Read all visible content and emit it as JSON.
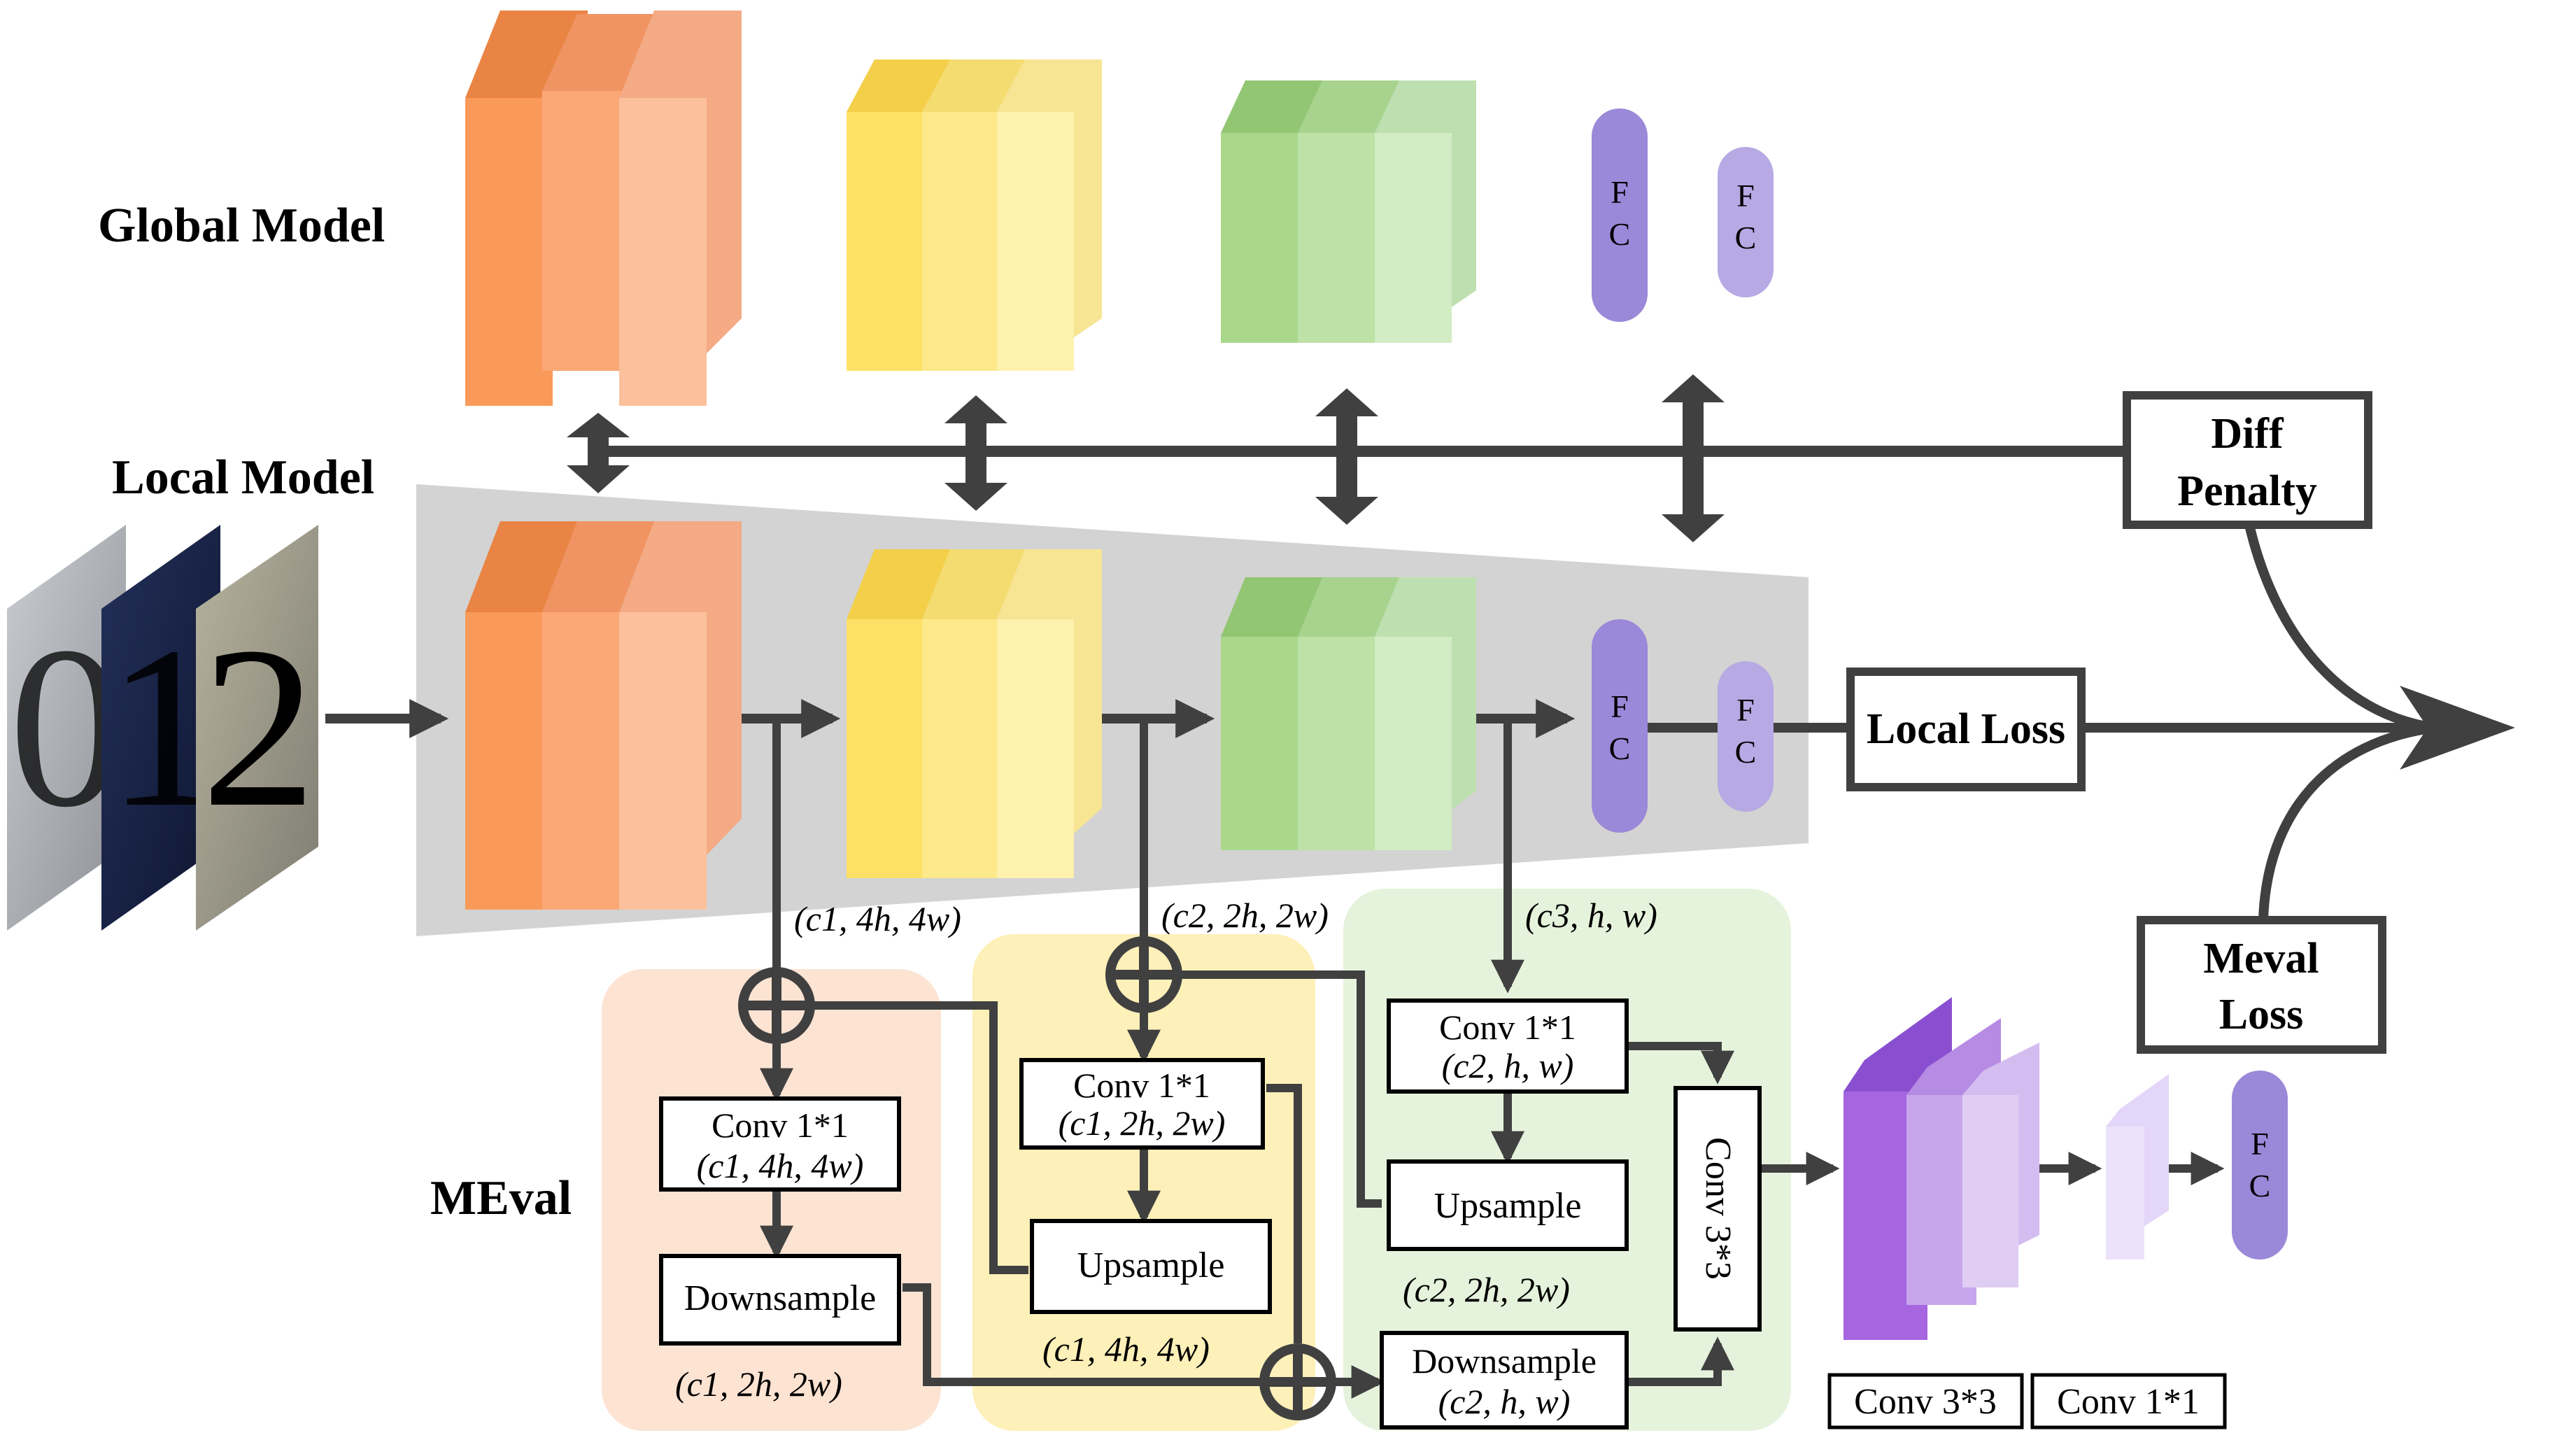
{
  "labels": {
    "global_model": "Global Model",
    "local_model": "Local Model",
    "meval": "MEval"
  },
  "boxes": {
    "diff_penalty": [
      "Diff",
      "Penalty"
    ],
    "local_loss": "Local Loss",
    "meval_loss": [
      "Meval",
      "Loss"
    ],
    "fc": [
      "F",
      "C"
    ]
  },
  "meval_blocks": {
    "conv1x1_a": {
      "title": "Conv 1*1",
      "shape": "(c1, 4h, 4w)"
    },
    "downsample_a": {
      "title": "Downsample"
    },
    "conv1x1_b": {
      "title": "Conv 1*1",
      "shape": "(c1, 2h, 2w)"
    },
    "upsample_b": {
      "title": "Upsample"
    },
    "conv1x1_c": {
      "title": "Conv 1*1",
      "shape": "(c2, h, w)"
    },
    "upsample_c": {
      "title": "Upsample"
    },
    "downsample_c": {
      "title": "Downsample",
      "shape": "(c2, h, w)"
    },
    "conv3x3_vertical": {
      "title": "Conv 3*3"
    }
  },
  "shape_labels": {
    "feat1": "(c1, 4h, 4w)",
    "feat2": "(c2, 2h, 2w)",
    "feat3": "(c3, h, w)",
    "down_a_out": "(c1, 2h, 2w)",
    "up_b_out": "(c1, 4h, 4w)",
    "up_c_out": "(c2, 2h, 2w)"
  },
  "legend": {
    "conv3x3": "Conv 3*3",
    "conv1x1": "Conv 1*1"
  },
  "input_images": {
    "digits": [
      "0",
      "1",
      "2"
    ]
  },
  "colors": {
    "orange": "#f99a5a",
    "yellow": "#fde066",
    "green": "#a9d88a",
    "fc_purple": "#9a88d8",
    "meval_purple": "#a566e0",
    "arrow": "#404040",
    "trapezoid": "#d4d4d4",
    "orange_region": "#fde3d2",
    "yellow_region": "#fdf0b8",
    "green_region": "#e6f3dc"
  }
}
